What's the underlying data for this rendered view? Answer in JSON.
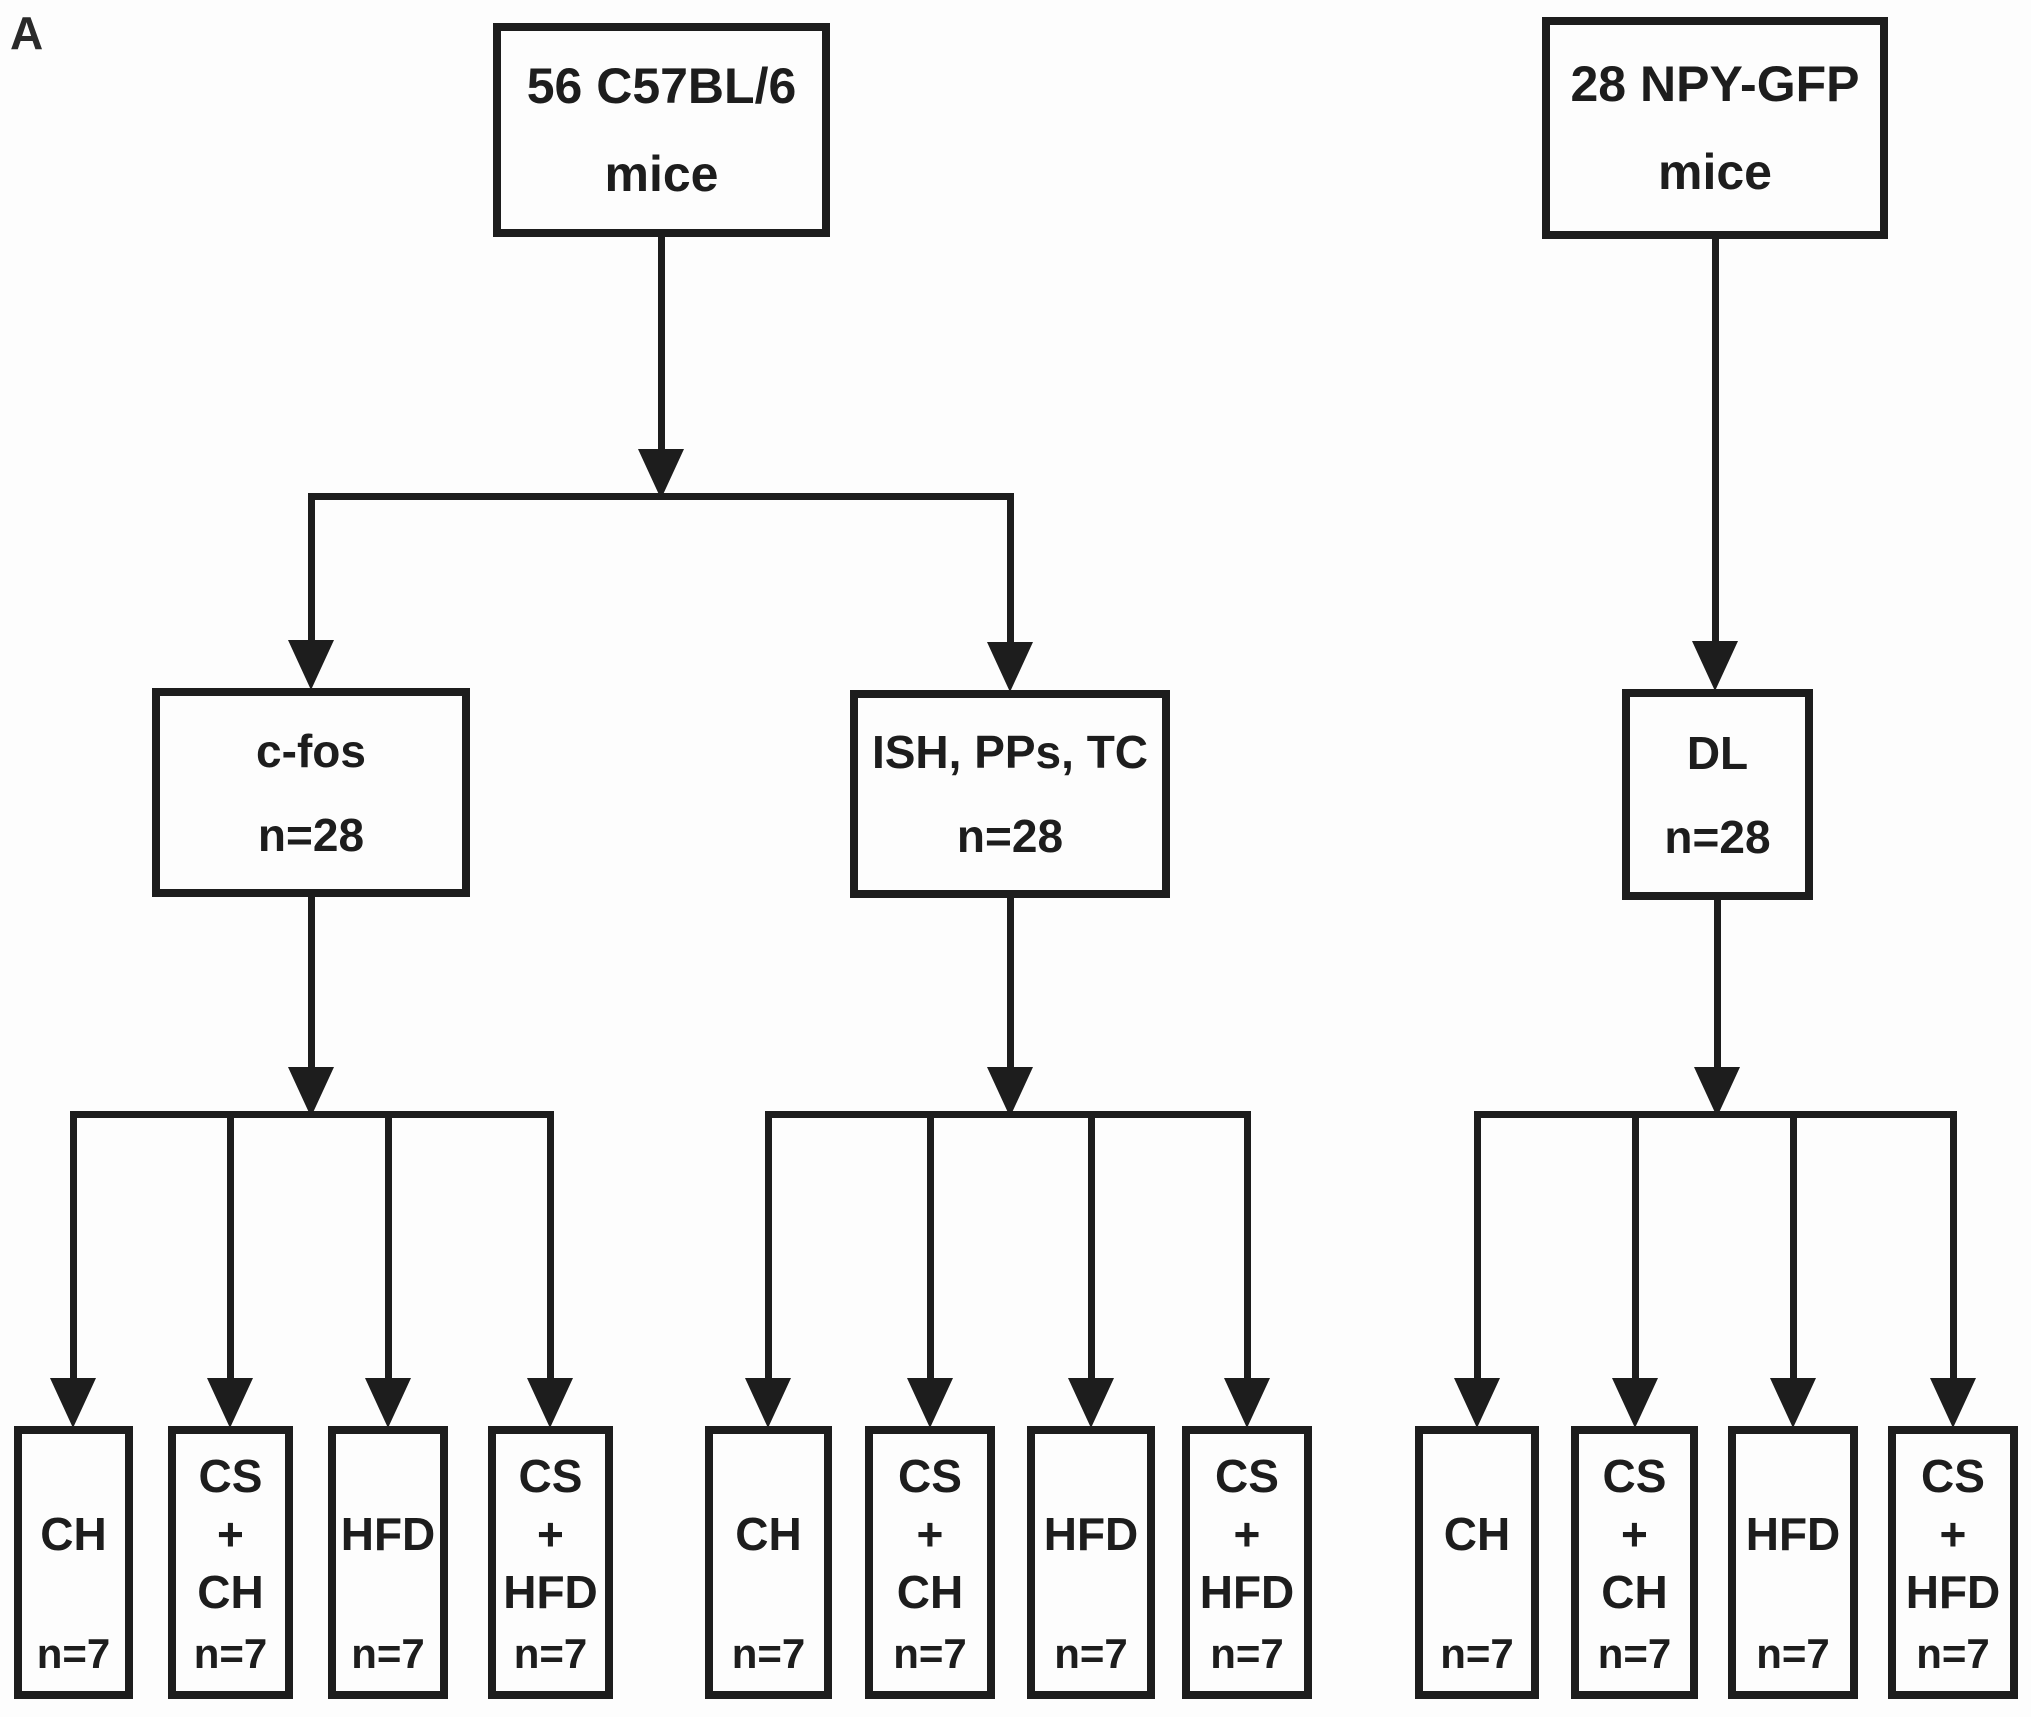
{
  "panel_label": "A",
  "colors": {
    "line": "#1d1d1d",
    "background": "#fdfdfd",
    "text": "#1d1d1d"
  },
  "tree": {
    "roots": [
      {
        "label": "56 C57BL/6",
        "sublabel": "mice",
        "children": [
          "c-fos",
          "ISH, PPs, TC"
        ]
      },
      {
        "label": "28 NPY-GFP",
        "sublabel": "mice",
        "children": [
          "DL"
        ]
      }
    ],
    "branches": [
      {
        "label": "c-fos",
        "n": "n=28"
      },
      {
        "label": "ISH, PPs, TC",
        "n": "n=28"
      },
      {
        "label": "DL",
        "n": "n=28"
      }
    ],
    "leaves": [
      {
        "group": "c-fos",
        "label": "CH",
        "n": "n=7"
      },
      {
        "group": "c-fos",
        "label": "CS\n+\nCH",
        "n": "n=7"
      },
      {
        "group": "c-fos",
        "label": "HFD",
        "n": "n=7"
      },
      {
        "group": "c-fos",
        "label": "CS\n+\nHFD",
        "n": "n=7"
      },
      {
        "group": "ISH, PPs, TC",
        "label": "CH",
        "n": "n=7"
      },
      {
        "group": "ISH, PPs, TC",
        "label": "CS\n+\nCH",
        "n": "n=7"
      },
      {
        "group": "ISH, PPs, TC",
        "label": "HFD",
        "n": "n=7"
      },
      {
        "group": "ISH, PPs, TC",
        "label": "CS\n+\nHFD",
        "n": "n=7"
      },
      {
        "group": "DL",
        "label": "CH",
        "n": "n=7"
      },
      {
        "group": "DL",
        "label": "CS\n+\nCH",
        "n": "n=7"
      },
      {
        "group": "DL",
        "label": "HFD",
        "n": "n=7"
      },
      {
        "group": "DL",
        "label": "CS\n+\nHFD",
        "n": "n=7"
      }
    ]
  }
}
